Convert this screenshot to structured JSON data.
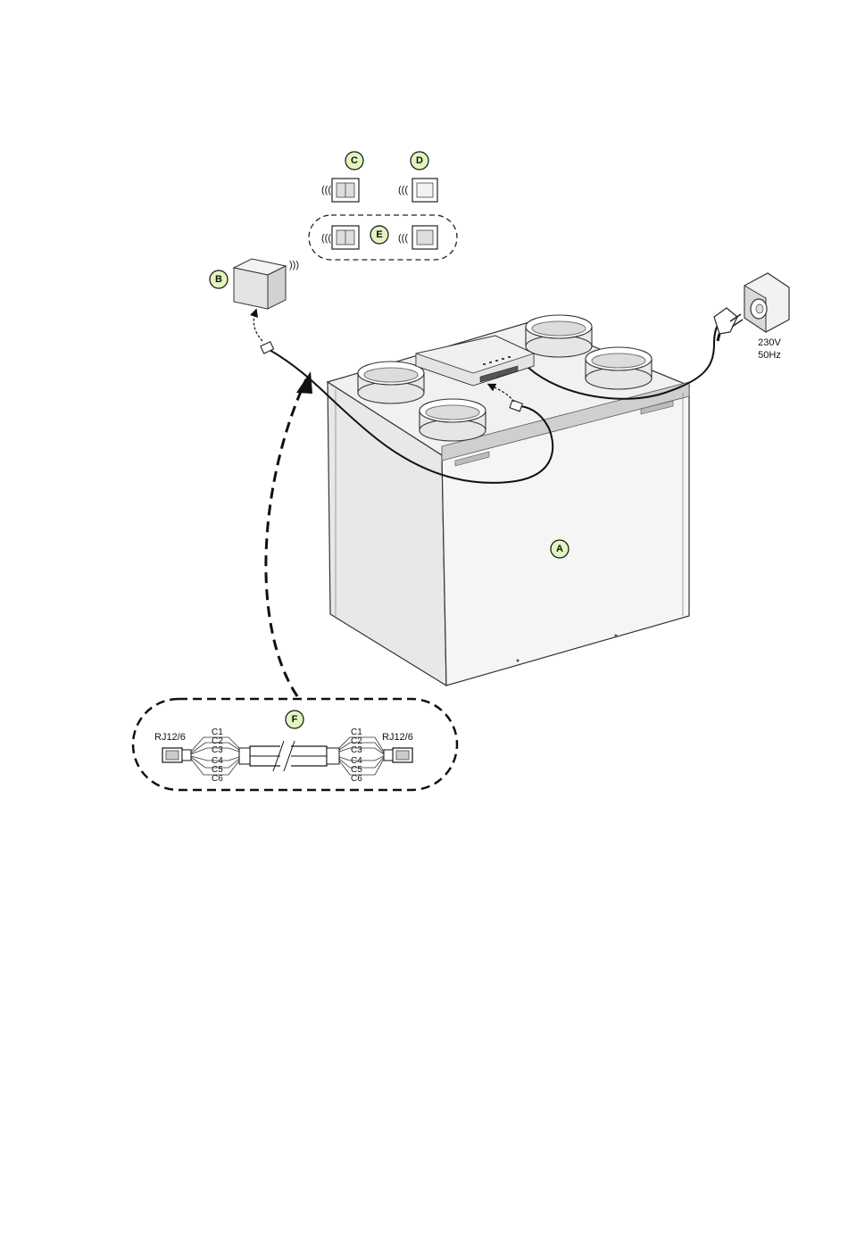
{
  "badges": {
    "a": "A",
    "b": "B",
    "c": "C",
    "d": "D",
    "e": "E",
    "f": "F"
  },
  "power": {
    "voltage": "230V",
    "frequency": "50Hz"
  },
  "cable": {
    "left_connector": "RJ12/6",
    "right_connector": "RJ12/6",
    "wires": [
      "C1",
      "C2",
      "C3",
      "C4",
      "C5",
      "C6"
    ]
  },
  "colors": {
    "badge_fill": "#e2f5bf",
    "line": "#111111",
    "unit_face": "#f3f3f3",
    "unit_side": "#e9e9e9"
  }
}
